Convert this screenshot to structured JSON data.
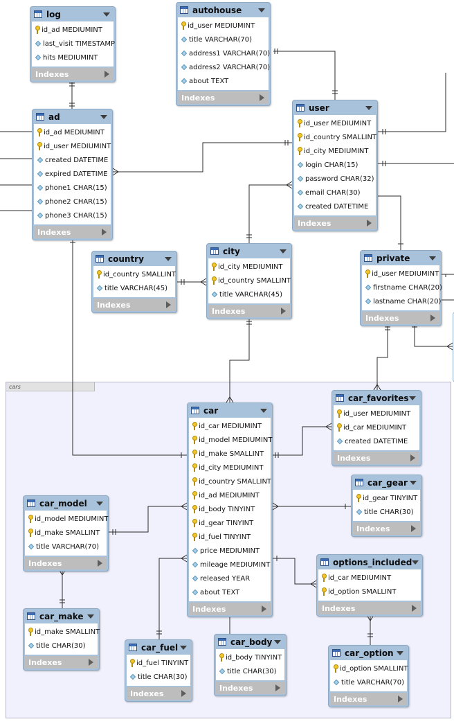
{
  "group": {
    "label": "cars"
  },
  "indexes_label": "Indexes",
  "tables": {
    "log": {
      "name": "log",
      "columns": [
        {
          "label": "id_ad MEDIUMINT",
          "kind": "pk"
        },
        {
          "label": "last_visit TIMESTAMP",
          "kind": "col"
        },
        {
          "label": "hits MEDIUMINT",
          "kind": "col"
        }
      ]
    },
    "autohouse": {
      "name": "autohouse",
      "columns": [
        {
          "label": "id_user MEDIUMINT",
          "kind": "pk"
        },
        {
          "label": "title VARCHAR(70)",
          "kind": "col"
        },
        {
          "label": "address1 VARCHAR(70)",
          "kind": "col"
        },
        {
          "label": "address2 VARCHAR(70)",
          "kind": "col"
        },
        {
          "label": "about TEXT",
          "kind": "col"
        }
      ]
    },
    "ad": {
      "name": "ad",
      "columns": [
        {
          "label": "id_ad MEDIUMINT",
          "kind": "pk"
        },
        {
          "label": "id_user MEDIUMINT",
          "kind": "pk"
        },
        {
          "label": "created DATETIME",
          "kind": "col"
        },
        {
          "label": "expired DATETIME",
          "kind": "col"
        },
        {
          "label": "phone1 CHAR(15)",
          "kind": "col"
        },
        {
          "label": "phone2 CHAR(15)",
          "kind": "col"
        },
        {
          "label": "phone3 CHAR(15)",
          "kind": "col"
        }
      ]
    },
    "user": {
      "name": "user",
      "columns": [
        {
          "label": "id_user MEDIUMINT",
          "kind": "pk"
        },
        {
          "label": "id_country SMALLINT",
          "kind": "pk"
        },
        {
          "label": "id_city MEDIUMINT",
          "kind": "pk"
        },
        {
          "label": "login CHAR(15)",
          "kind": "col"
        },
        {
          "label": "password CHAR(32)",
          "kind": "col"
        },
        {
          "label": "email CHAR(30)",
          "kind": "col"
        },
        {
          "label": "created DATETIME",
          "kind": "col"
        }
      ]
    },
    "country": {
      "name": "country",
      "columns": [
        {
          "label": "id_country SMALLINT",
          "kind": "pk"
        },
        {
          "label": "title VARCHAR(45)",
          "kind": "col"
        }
      ]
    },
    "city": {
      "name": "city",
      "columns": [
        {
          "label": "id_city MEDIUMINT",
          "kind": "pk"
        },
        {
          "label": "id_country SMALLINT",
          "kind": "pk"
        },
        {
          "label": "title VARCHAR(45)",
          "kind": "col"
        }
      ]
    },
    "private": {
      "name": "private",
      "columns": [
        {
          "label": "id_user MEDIUMINT",
          "kind": "pk"
        },
        {
          "label": "firstname CHAR(20)",
          "kind": "col"
        },
        {
          "label": "lastname CHAR(20)",
          "kind": "col"
        }
      ]
    },
    "car": {
      "name": "car",
      "columns": [
        {
          "label": "id_car MEDIUMINT",
          "kind": "pk"
        },
        {
          "label": "id_model MEDIUMINT",
          "kind": "pk"
        },
        {
          "label": "id_make SMALLINT",
          "kind": "pk"
        },
        {
          "label": "id_city MEDIUMINT",
          "kind": "pk"
        },
        {
          "label": "id_country SMALLINT",
          "kind": "pk"
        },
        {
          "label": "id_ad MEDIUMINT",
          "kind": "pk"
        },
        {
          "label": "id_body TINYINT",
          "kind": "pk"
        },
        {
          "label": "id_gear TINYINT",
          "kind": "pk"
        },
        {
          "label": "id_fuel TINYINT",
          "kind": "pk"
        },
        {
          "label": "price MEDIUMINT",
          "kind": "col"
        },
        {
          "label": "mileage MEDIUMINT",
          "kind": "col"
        },
        {
          "label": "released YEAR",
          "kind": "col"
        },
        {
          "label": "about TEXT",
          "kind": "col"
        }
      ]
    },
    "car_favorites": {
      "name": "car_favorites",
      "columns": [
        {
          "label": "id_user MEDIUMINT",
          "kind": "pk"
        },
        {
          "label": "id_car MEDIUMINT",
          "kind": "pk"
        },
        {
          "label": "created DATETIME",
          "kind": "col"
        }
      ]
    },
    "car_gear": {
      "name": "car_gear",
      "columns": [
        {
          "label": "id_gear TINYINT",
          "kind": "pk"
        },
        {
          "label": "title CHAR(30)",
          "kind": "col"
        }
      ]
    },
    "car_model": {
      "name": "car_model",
      "columns": [
        {
          "label": "id_model MEDIUMINT",
          "kind": "pk"
        },
        {
          "label": "id_make SMALLINT",
          "kind": "pk"
        },
        {
          "label": "title VARCHAR(70)",
          "kind": "col"
        }
      ]
    },
    "options_included": {
      "name": "options_included",
      "columns": [
        {
          "label": "id_car MEDIUMINT",
          "kind": "pk"
        },
        {
          "label": "id_option SMALLINT",
          "kind": "pk"
        }
      ]
    },
    "car_make": {
      "name": "car_make",
      "columns": [
        {
          "label": "id_make SMALLINT",
          "kind": "pk"
        },
        {
          "label": "title CHAR(30)",
          "kind": "col"
        }
      ]
    },
    "car_fuel": {
      "name": "car_fuel",
      "columns": [
        {
          "label": "id_fuel TINYINT",
          "kind": "pk"
        },
        {
          "label": "title CHAR(30)",
          "kind": "col"
        }
      ]
    },
    "car_body": {
      "name": "car_body",
      "columns": [
        {
          "label": "id_body TINYINT",
          "kind": "pk"
        },
        {
          "label": "title CHAR(30)",
          "kind": "col"
        }
      ]
    },
    "car_option": {
      "name": "car_option",
      "columns": [
        {
          "label": "id_option SMALLINT",
          "kind": "pk"
        },
        {
          "label": "title VARCHAR(70)",
          "kind": "col"
        }
      ]
    }
  }
}
